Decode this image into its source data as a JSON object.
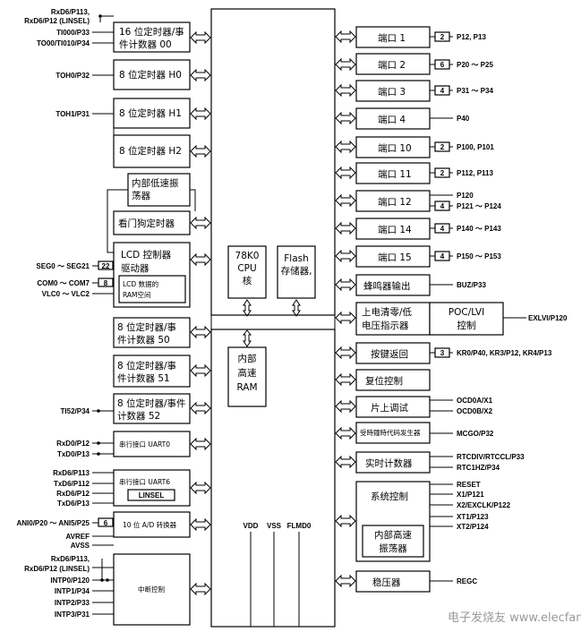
{
  "left_blocks": {
    "timer00": [
      "16 位定时器/事",
      "件计数器 00"
    ],
    "timerH0": [
      "8 位定时器 H0"
    ],
    "timerH1": [
      "8 位定时器 H1"
    ],
    "timerH2": [
      "8 位定时器 H2"
    ],
    "lowosc": [
      "内部低速振",
      "荡器"
    ],
    "watchdog": [
      "看门狗定时器"
    ],
    "lcd": [
      "LCD 控制器",
      "驱动器"
    ],
    "lcdram": [
      "LCD 数据的",
      "RAM空间"
    ],
    "timer50": [
      "8 位定时器/事",
      "件计数器 50"
    ],
    "timer51": [
      "8 位定时器/事",
      "件计数器 51"
    ],
    "timer52": [
      "8 位定时器/事件",
      "计数器 52"
    ],
    "uart0": [
      "串行接口 UART0"
    ],
    "uart6": [
      "串行接口 UART6"
    ],
    "linsel": [
      "LINSEL"
    ],
    "adc": [
      "10 位 A/D 转换器"
    ],
    "interrupt": [
      "中断控制"
    ]
  },
  "left_signals": {
    "s1": "RxD6/P113,",
    "s2": "RxD6/P12 (LINSEL)",
    "s3": "TI000/P33",
    "s4": "TO00/TI010/P34",
    "s5": "TOH0/P32",
    "s6": "TOH1/P31",
    "s7": "SEG0 ～ SEG21",
    "s8": "COM0 ～ COM7",
    "s9": "VLC0 ～ VLC2",
    "s10": "TI52/P34",
    "s11": "RxD0/P12",
    "s12": "TxD0/P13",
    "s13": "RxD6/P113",
    "s14": "TxD6/P112",
    "s15": "RxD6/P12",
    "s16": "TxD6/P13",
    "s17": "ANI0/P20 ～ ANI5/P25",
    "s18": "AVREF",
    "s19": "AVSS",
    "s20": "RxD6/P113,",
    "s21": "RxD6/P12 (LINSEL)",
    "s22": "INTP0/P120",
    "s23": "INTP1/P34",
    "s24": "INTP2/P33",
    "s25": "INTP3/P31"
  },
  "bus_counts": {
    "seg": "22",
    "com": "8",
    "ani": "6"
  },
  "center": {
    "cpu": [
      "78K0",
      "CPU",
      "核"
    ],
    "flash": [
      "Flash",
      "存储器,"
    ],
    "ram": [
      "内部",
      "高速",
      "RAM"
    ],
    "vdd": "VDD",
    "vss": "VSS",
    "flmd0": "FLMD0"
  },
  "ports": [
    {
      "label": "端口 1",
      "count": "2",
      "pins": "P12, P13"
    },
    {
      "label": "端口 2",
      "count": "6",
      "pins": "P20 ～ P25"
    },
    {
      "label": "端口 3",
      "count": "4",
      "pins": "P31 ～ P34"
    },
    {
      "label": "端口 4",
      "count": "",
      "pins": "P40"
    },
    {
      "label": "端口 10",
      "count": "2",
      "pins": "P100, P101"
    },
    {
      "label": "端口 11",
      "count": "2",
      "pins": "P112, P113"
    },
    {
      "label": "端口 12",
      "count": "4",
      "pins": "P120",
      "pins2": "P121 ～ P124"
    },
    {
      "label": "端口 14",
      "count": "4",
      "pins": "P140 ～ P143"
    },
    {
      "label": "端口 15",
      "count": "4",
      "pins": "P150 ～ P153"
    }
  ],
  "right_blocks": {
    "buzzer": [
      "蜂鸣器输出"
    ],
    "buz_pin": "BUZ/P33",
    "lvi": [
      "上电清零/低",
      "电压指示器"
    ],
    "poclvi": [
      "POC/LVI",
      "控制"
    ],
    "lvi_pin": "EXLVI/P120",
    "keyret": [
      "按键返回"
    ],
    "key_count": "3",
    "key_pins": "KR0/P40, KR3/P12, KR4/P13",
    "reset": [
      "复位控制"
    ],
    "ocd": [
      "片上调试"
    ],
    "ocd_pin1": "OCD0A/X1",
    "ocd_pin2": "OCD0B/X2",
    "clkout": [
      "受時鐘時代码发生器"
    ],
    "clk_pin": "MCGO/P32",
    "rtc": [
      "实时计数器"
    ],
    "rtc_pin1": "RTCDIV/RTCCL/P33",
    "rtc_pin2": "RTC1HZ/P34",
    "sysctl": [
      "系统控制"
    ],
    "hiosc": [
      "内部高速",
      "振荡器"
    ],
    "sys_pin1": "RESET",
    "sys_pin2": "X1/P121",
    "sys_pin3": "X2/EXCLK/P122",
    "sys_pin4": "XT1/P123",
    "sys_pin5": "XT2/P124",
    "regulator": [
      "稳压器"
    ],
    "regc": "REGC"
  },
  "watermark": "电子发烧友 www.elecfans.com"
}
